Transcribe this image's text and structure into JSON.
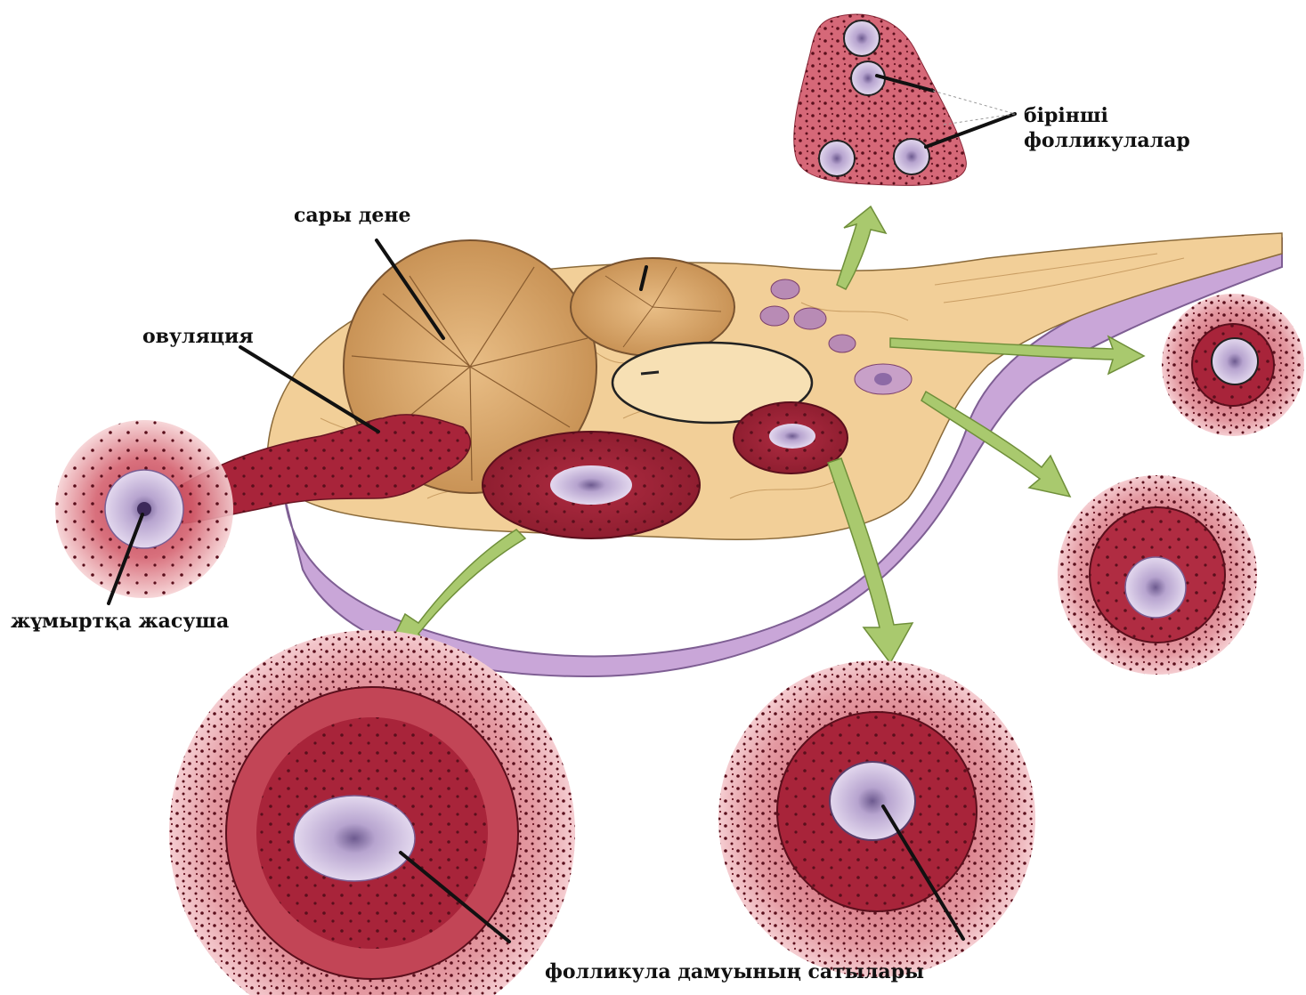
{
  "labels": {
    "corpus_luteum": "сары дене",
    "ovulation": "овуляция",
    "egg_cell": "жұмыртқа жасуша",
    "primary_follicles_line1": "бірінші",
    "primary_follicles_line2": "фолликулалар",
    "follicle_stages": "фолликула дамуының сатылары"
  },
  "colors": {
    "stroma": "#f2cf98",
    "ovary_wall": "#c9a6d8",
    "follicle_red": "#a8243a",
    "follicle_pink": "#dc7d86",
    "oocyte": "#d2c2e0",
    "arrow_green": "#a9c96e",
    "corpus_luteum": "#d9a768"
  }
}
